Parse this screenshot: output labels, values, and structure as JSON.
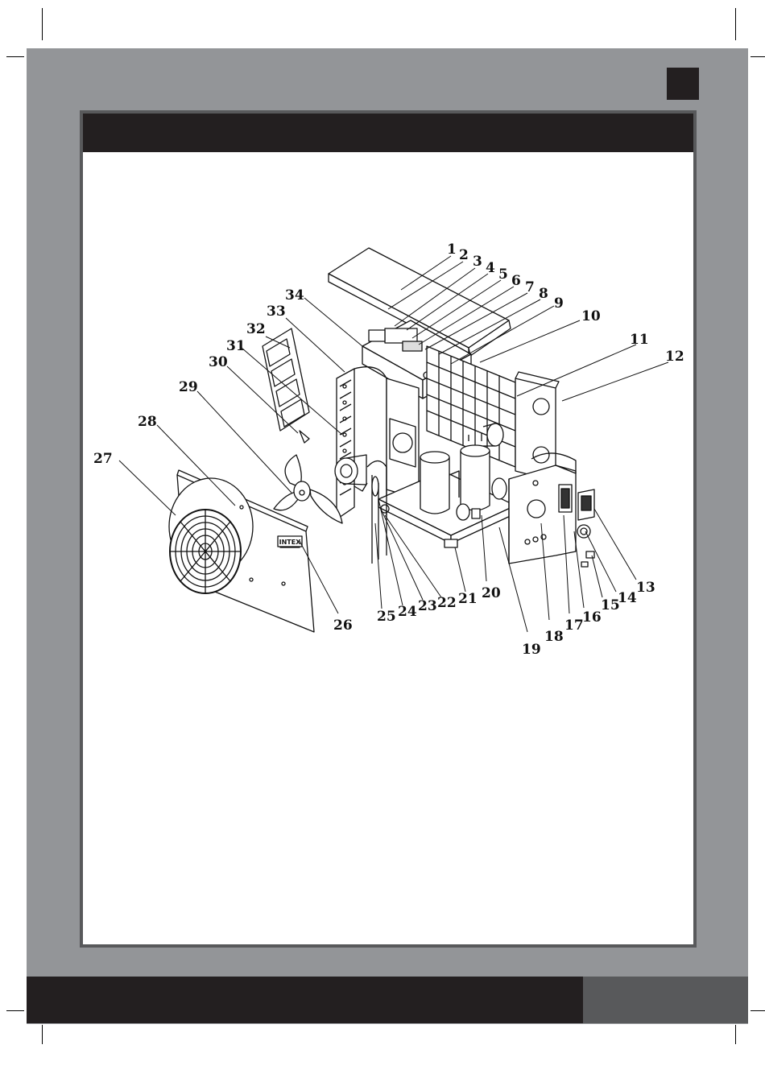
{
  "callouts": [
    "1",
    "2",
    "3",
    "4",
    "5",
    "6",
    "7",
    "8",
    "9",
    "10",
    "11",
    "12",
    "13",
    "14",
    "15",
    "16",
    "17",
    "18",
    "19",
    "20",
    "21",
    "22",
    "23",
    "24",
    "25",
    "26",
    "27",
    "28",
    "29",
    "30",
    "31",
    "32",
    "33",
    "34"
  ],
  "brand_plate": "INTEX",
  "colors": {
    "frame": "#939598",
    "header": "#231f20",
    "panel_border": "#58595b",
    "footer_dark": "#231f20",
    "footer_gray": "#58595b"
  }
}
